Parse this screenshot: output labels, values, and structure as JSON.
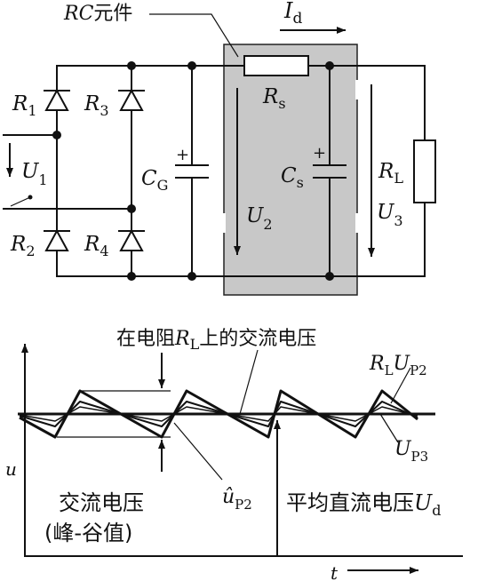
{
  "circuit": {
    "rc_element_label": {
      "main": "RC",
      "suffix": "元件"
    },
    "current_label": {
      "main": "I",
      "sub": "d"
    },
    "r1": {
      "main": "R",
      "sub": "1"
    },
    "r2": {
      "main": "R",
      "sub": "2"
    },
    "r3": {
      "main": "R",
      "sub": "3"
    },
    "r4": {
      "main": "R",
      "sub": "4"
    },
    "u1": {
      "main": "U",
      "sub": "1"
    },
    "cg": {
      "main": "C",
      "sub": "G"
    },
    "rs": {
      "main": "R",
      "sub": "s"
    },
    "cs": {
      "main": "C",
      "sub": "s"
    },
    "rl": {
      "main": "R",
      "sub": "L"
    },
    "u2": {
      "main": "U",
      "sub": "2"
    },
    "u3": {
      "main": "U",
      "sub": "3"
    },
    "plus_sign": "+",
    "shading_color": "#c8c8c8"
  },
  "waveform": {
    "title": {
      "prefix": "在电阻",
      "main": "R",
      "sub": "L",
      "suffix": "上的交流电压"
    },
    "rl_up2": {
      "r": "R",
      "r_sub": "L",
      "u": "U",
      "u_sub": "P2"
    },
    "up3": {
      "main": "U",
      "sub": "P3"
    },
    "y_axis": "u",
    "x_axis": "t",
    "peak_label": {
      "main": "û",
      "sub": "P2"
    },
    "ac_voltage": {
      "line1": "交流电压",
      "line2": "(峰-谷值)"
    },
    "dc_voltage": {
      "prefix": "平均直流电压",
      "main": "U",
      "sub": "d"
    }
  }
}
